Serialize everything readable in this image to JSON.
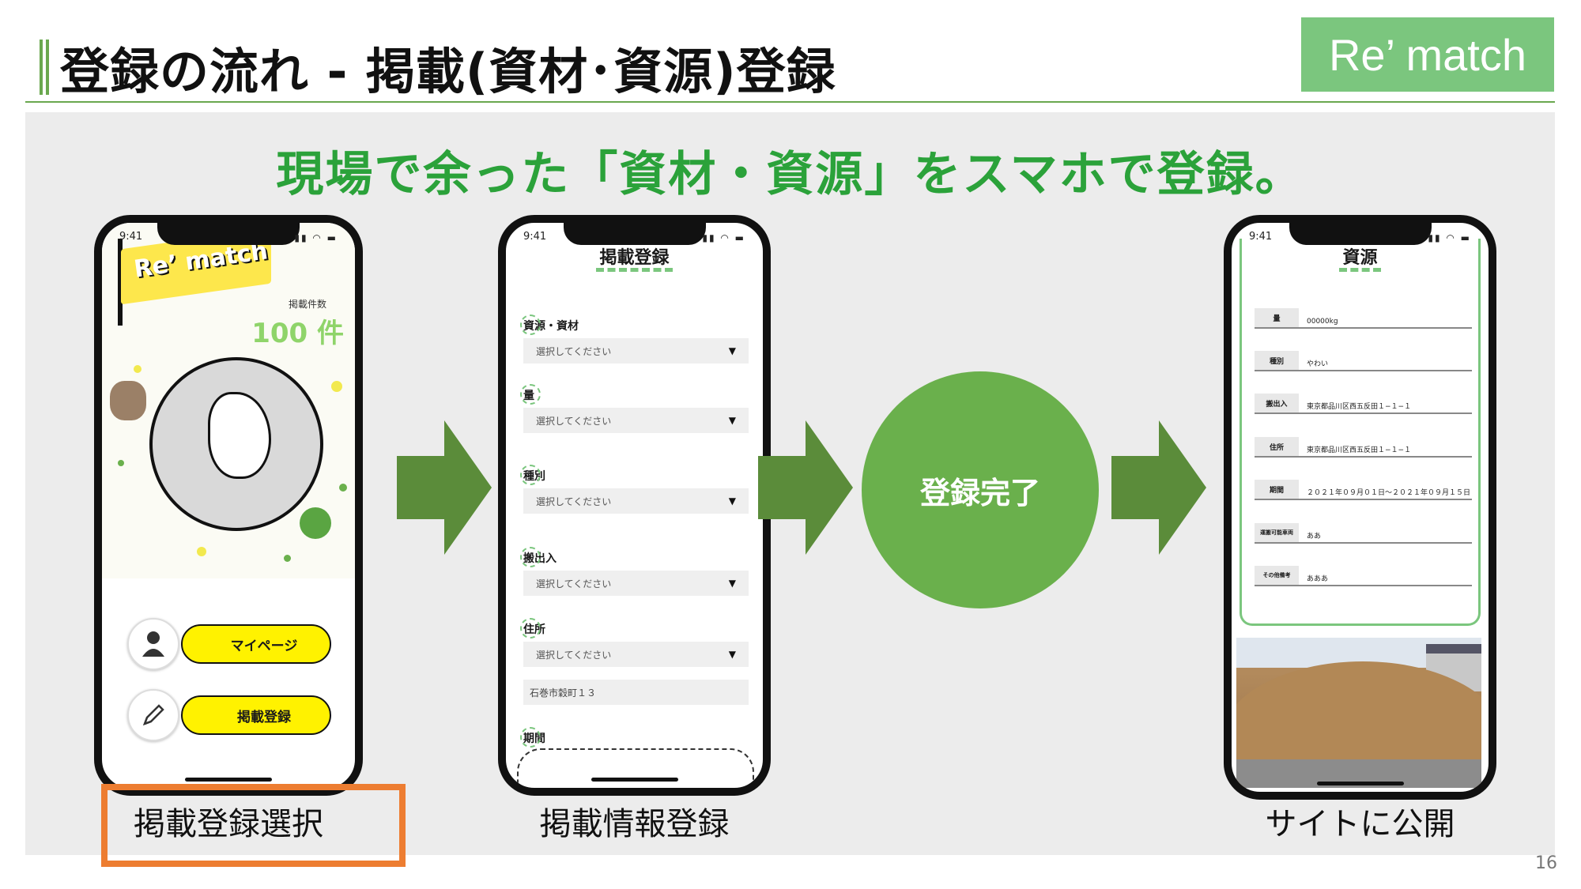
{
  "slide": {
    "title": "登録の流れ - 掲載(資材･資源)登録",
    "brand": "Re’ match",
    "headline": "現場で余った「資材・資源」をスマホで登録。",
    "page_number": "16"
  },
  "colors": {
    "accent_green": "#6aa84f",
    "headline_green": "#2ba23a",
    "brand_green": "#7bc67e",
    "highlight_orange": "#ed7d31",
    "button_yellow": "#fff200"
  },
  "phone_time": "9:41",
  "phone1": {
    "logo": "Re’ match",
    "count_label": "掲載件数",
    "count_value": "100 件",
    "mypage_label": "マイページ",
    "register_label": "掲載登録"
  },
  "phone2": {
    "title": "掲載登録",
    "fields": [
      {
        "label": "資源・資材",
        "placeholder": "選択してください"
      },
      {
        "label": "量",
        "placeholder": "選択してください"
      },
      {
        "label": "種別",
        "placeholder": "選択してください"
      },
      {
        "label": "搬出入",
        "placeholder": "選択してください"
      },
      {
        "label": "住所",
        "placeholder": "選択してください"
      }
    ],
    "address_value": "石巻市穀町１３",
    "period_label": "期間"
  },
  "done_label": "登録完了",
  "phone3": {
    "title": "資源",
    "rows": [
      {
        "key": "量",
        "value": "00000kg"
      },
      {
        "key": "種別",
        "value": "やわい"
      },
      {
        "key": "搬出入",
        "value": "東京都品川区西五反田１−１−１"
      },
      {
        "key": "住所",
        "value": "東京都品川区西五反田１−１−１"
      },
      {
        "key": "期間",
        "value": "２０２１年０９月０１日〜２０２１年０９月１５日"
      },
      {
        "key": "運搬可能車両",
        "value": "ああ"
      },
      {
        "key": "その他備考",
        "value": "あああ"
      }
    ]
  },
  "captions": {
    "step1": "掲載登録選択",
    "step2": "掲載情報登録",
    "step3": "サイトに公開"
  },
  "icons": {
    "dropdown": "triangle-down",
    "mypage": "person-icon",
    "register": "pencil-icon",
    "flow": "arrow-right"
  }
}
